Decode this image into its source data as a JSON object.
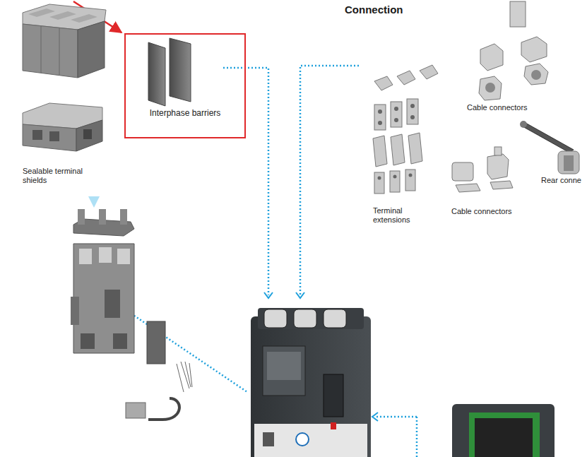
{
  "diagram": {
    "title": "Connection",
    "nodes": [
      {
        "text": [
          "Interphase barriers"
        ]
      }
    ],
    "labels": [
      "Sealable terminal shields",
      "Cable connectors",
      "Rear conne",
      "Terminal extensions",
      "Cable connectors"
    ]
  }
}
